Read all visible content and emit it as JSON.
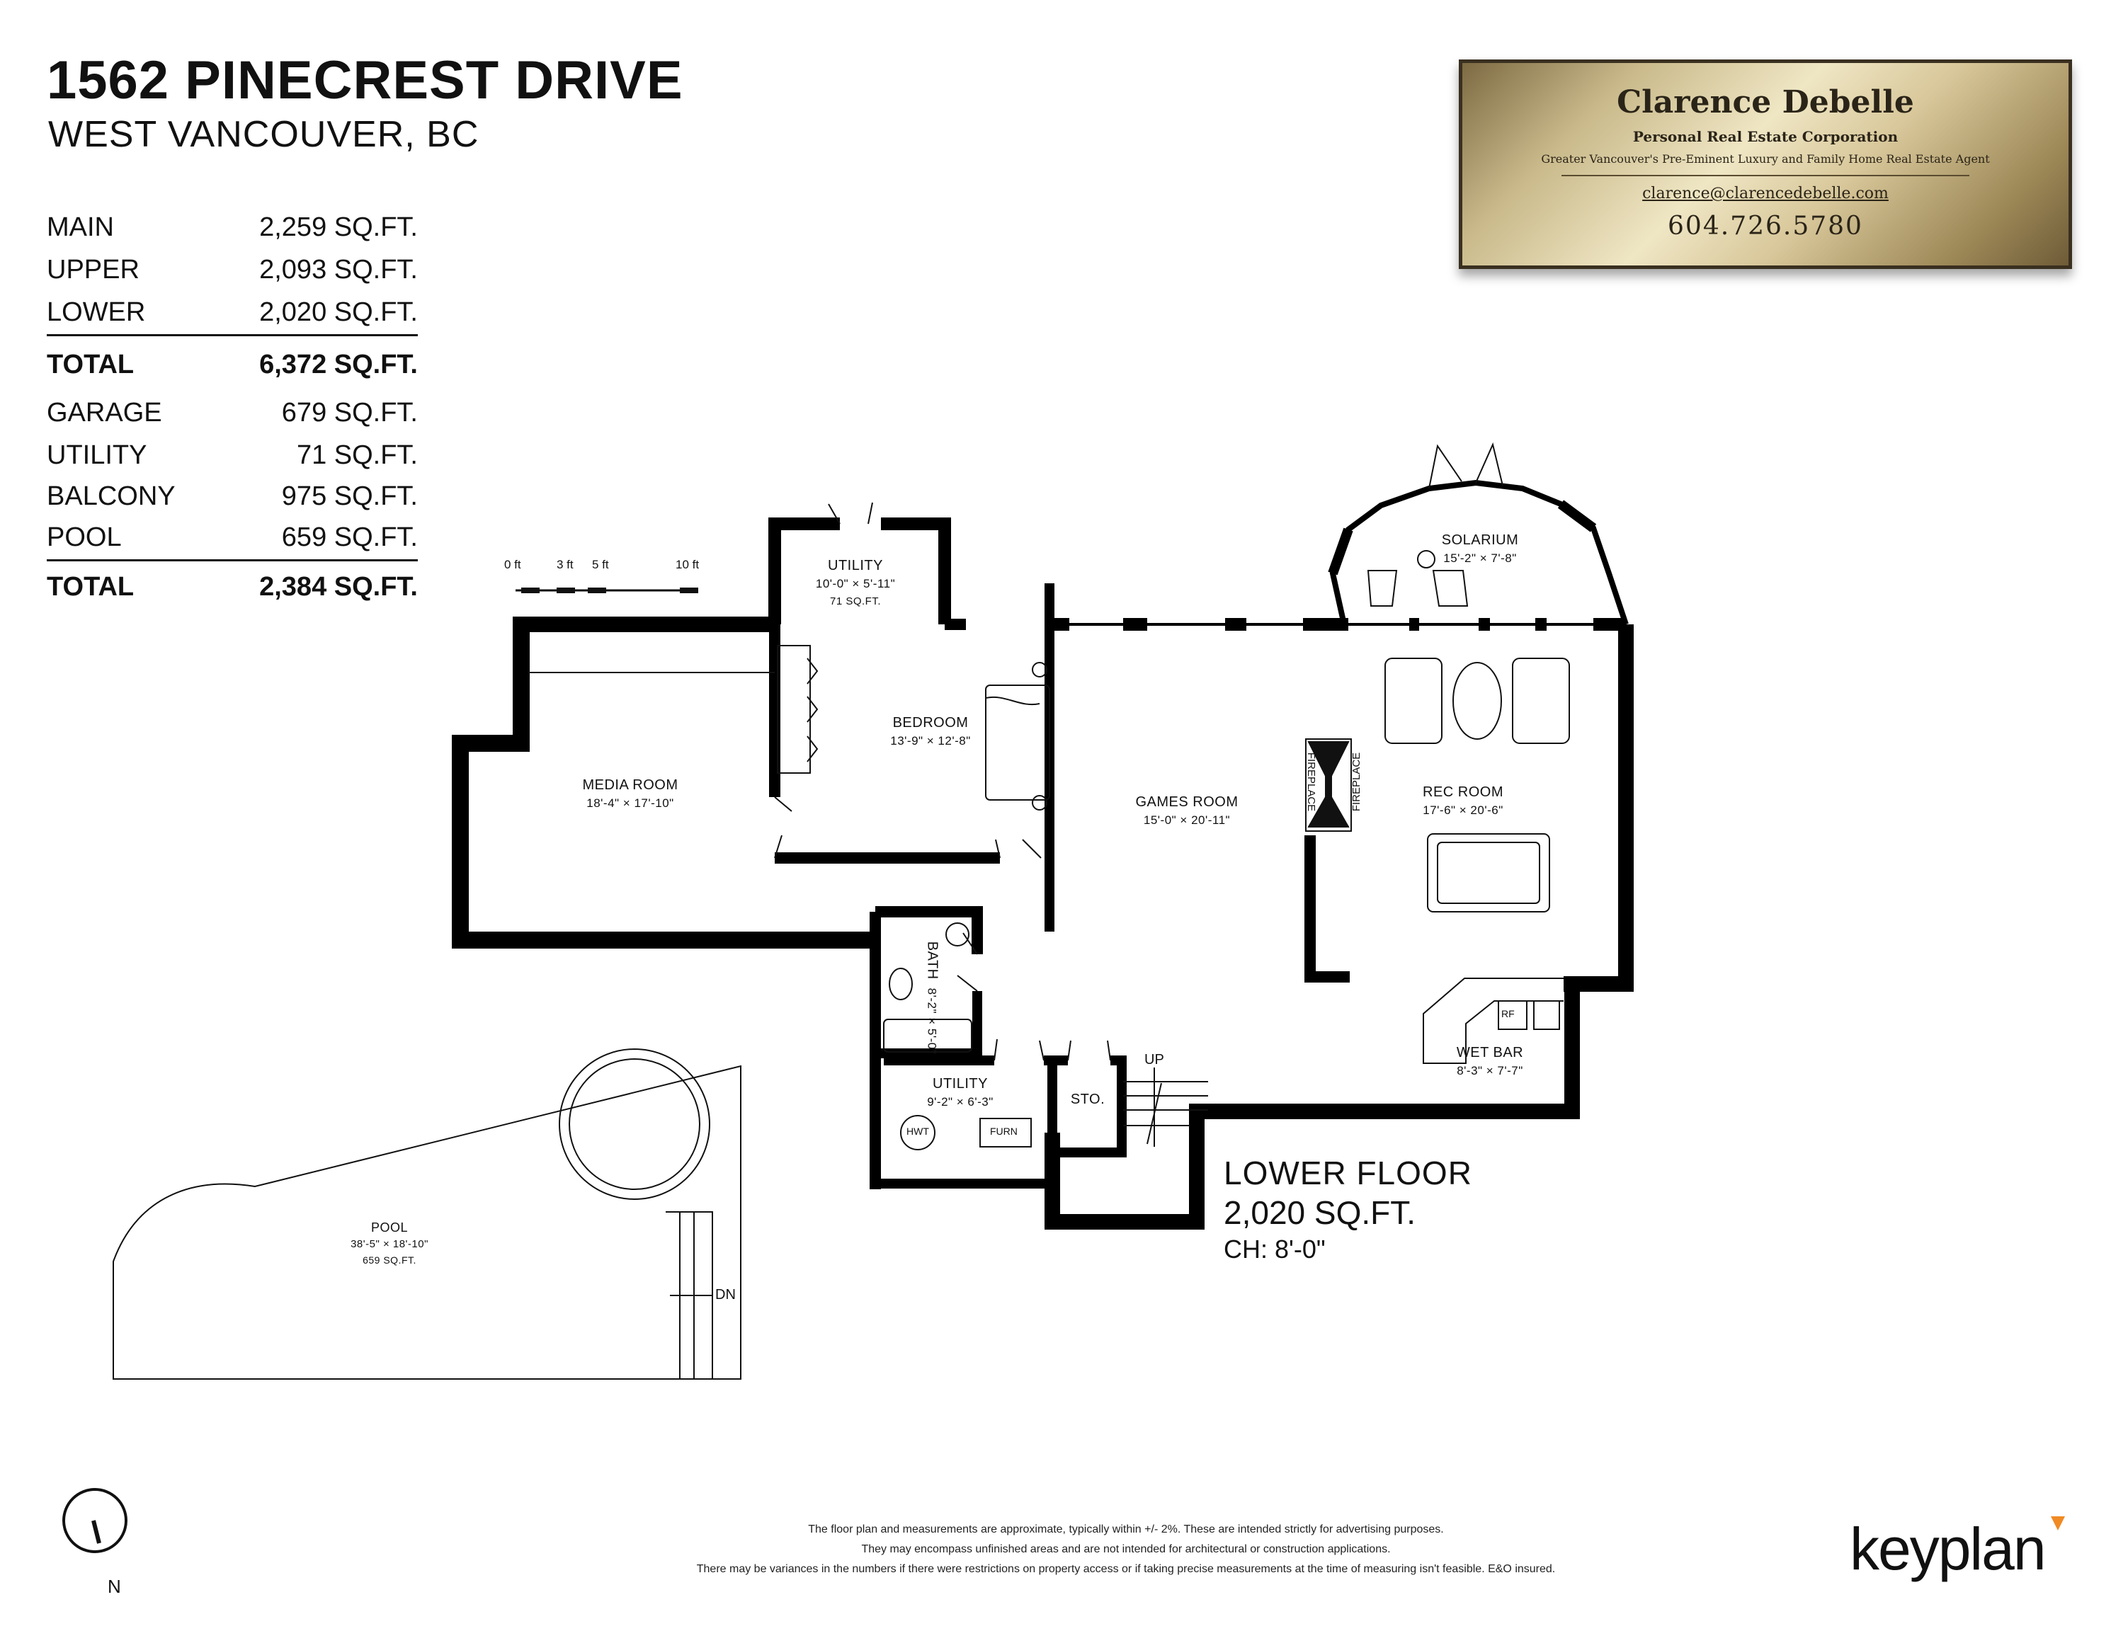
{
  "header": {
    "title": "1562 PINECREST DRIVE",
    "subtitle": "WEST VANCOUVER, BC"
  },
  "areas": {
    "interior": [
      {
        "label": "MAIN",
        "value": "2,259 SQ.FT."
      },
      {
        "label": "UPPER",
        "value": "2,093 SQ.FT."
      },
      {
        "label": "LOWER",
        "value": "2,020 SQ.FT."
      }
    ],
    "interior_total": {
      "label": "TOTAL",
      "value": "6,372 SQ.FT."
    },
    "exterior": [
      {
        "label": "GARAGE",
        "value": "679 SQ.FT."
      },
      {
        "label": "UTILITY",
        "value": "71 SQ.FT."
      },
      {
        "label": "BALCONY",
        "value": "975 SQ.FT."
      },
      {
        "label": "POOL",
        "value": "659 SQ.FT."
      }
    ],
    "exterior_total": {
      "label": "TOTAL",
      "value": "2,384 SQ.FT."
    }
  },
  "agent": {
    "name": "Clarence Debelle",
    "corporation": "Personal Real Estate Corporation",
    "tagline": "Greater Vancouver's Pre-Eminent Luxury and Family Home Real Estate Agent",
    "email": "clarence@clarencedebelle.com",
    "phone": "604.726.5780"
  },
  "scale": {
    "labels": [
      "0 ft",
      "3 ft",
      "5 ft",
      "10 ft"
    ]
  },
  "rooms": {
    "utility_top": {
      "name": "UTILITY",
      "dims": "10'-0\" × 5'-11\"",
      "area": "71 SQ.FT."
    },
    "bedroom": {
      "name": "BEDROOM",
      "dims": "13'-9\" × 12'-8\""
    },
    "media_room": {
      "name": "MEDIA ROOM",
      "dims": "18'-4\" × 17'-10\""
    },
    "games_room": {
      "name": "GAMES ROOM",
      "dims": "15'-0\" × 20'-11\""
    },
    "solarium": {
      "name": "SOLARIUM",
      "dims": "15'-2\" × 7'-8\""
    },
    "rec_room": {
      "name": "REC ROOM",
      "dims": "17'-6\" × 20'-6\""
    },
    "bath": {
      "name": "BATH",
      "dims": "8'-2\" × 5'-0\""
    },
    "wet_bar": {
      "name": "WET BAR",
      "dims": "8'-3\" × 7'-7\""
    },
    "utility_bottom": {
      "name": "UTILITY",
      "dims": "9'-2\" × 6'-3\""
    },
    "storage": {
      "name": "STO."
    },
    "pool": {
      "name": "POOL",
      "dims": "38'-5\" × 18'-10\"",
      "area": "659 SQ.FT."
    }
  },
  "fixtures": {
    "fireplace": "FIREPLACE",
    "hwt": "HWT",
    "furn": "FURN",
    "rf": "RF",
    "up": "UP",
    "dn": "DN"
  },
  "floor": {
    "name": "LOWER FLOOR",
    "area": "2,020 SQ.FT.",
    "ceiling": "CH: 8'-0\""
  },
  "north": "N",
  "disclaimer": [
    "The floor plan and measurements are approximate, typically within +/- 2%. These are intended strictly for advertising purposes.",
    "They may encompass unfinished areas and are not intended for architectural or construction applications.",
    "There may be variances in the numbers if there were restrictions on property access or if taking precise measurements at the time of measuring isn't feasible. E&O insured."
  ],
  "brand": {
    "name": "keyplan",
    "accent": "#f08a24"
  }
}
